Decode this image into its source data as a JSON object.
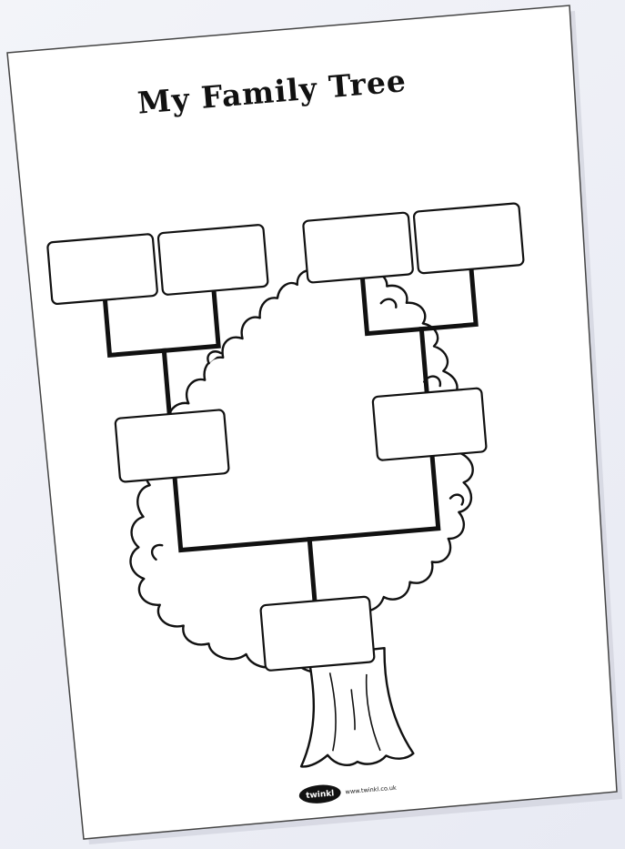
{
  "worksheet": {
    "title": "My Family Tree",
    "footer": {
      "logo_text": "twinkl",
      "website": "www.twinkl.co.uk"
    },
    "name_boxes": [
      {
        "generation": "grandparents",
        "label": ""
      },
      {
        "generation": "grandparents",
        "label": ""
      },
      {
        "generation": "grandparents",
        "label": ""
      },
      {
        "generation": "grandparents",
        "label": ""
      },
      {
        "generation": "parents",
        "label": ""
      },
      {
        "generation": "parents",
        "label": ""
      },
      {
        "generation": "child",
        "label": ""
      }
    ]
  },
  "colors": {
    "ink": "#111111",
    "paper": "#ffffff",
    "background": "#eef0f6"
  }
}
